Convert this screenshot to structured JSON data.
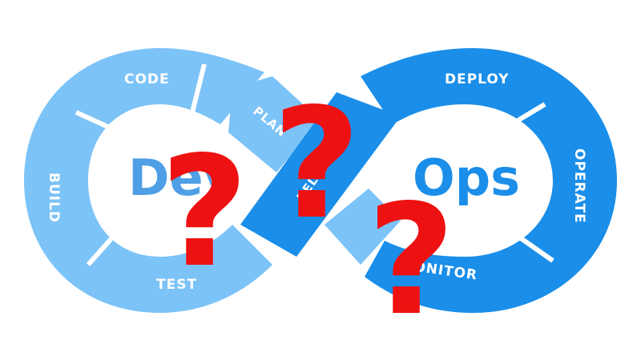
{
  "left_loop": {
    "word": "Dev",
    "color": "#7cc3f7",
    "text_color": "#4f9fe6"
  },
  "right_loop": {
    "word": "Ops",
    "color": "#1a8ee9",
    "text_color": "#1a8ee9"
  },
  "stages": {
    "code": "CODE",
    "build": "BUILD",
    "test": "TEST",
    "plan": "PLAN",
    "release": "RELEASE",
    "deploy": "DEPLOY",
    "operate": "OPERATE",
    "monitor": "MONITOR"
  },
  "question_mark": "?",
  "question_color": "#ee1111"
}
